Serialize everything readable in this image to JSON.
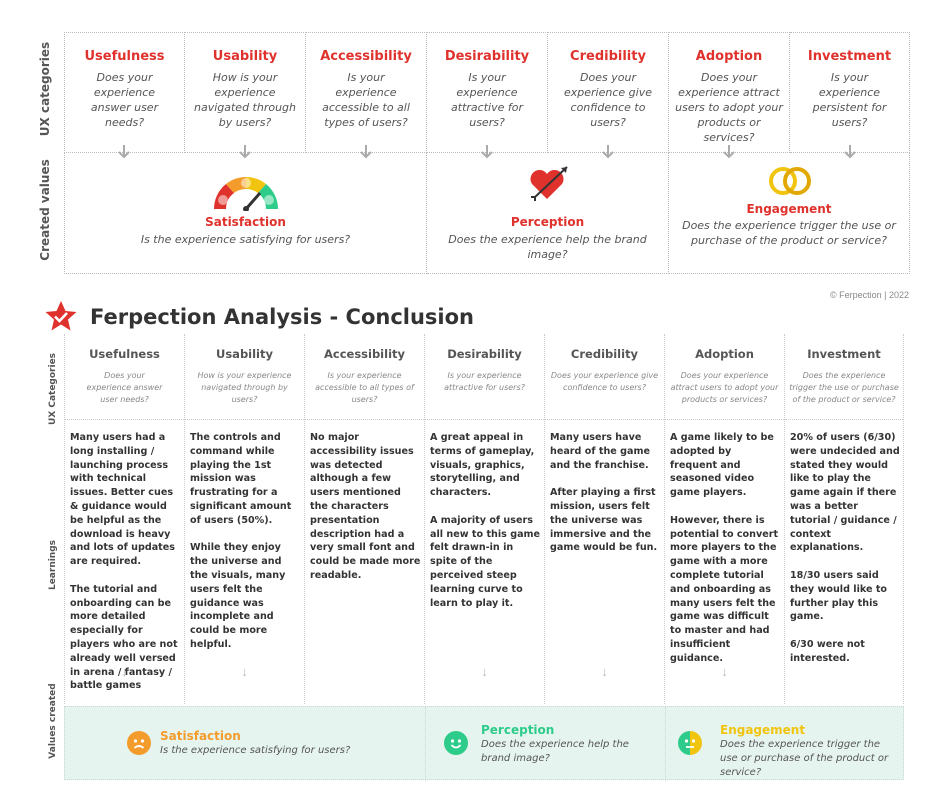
{
  "top": {
    "vlabel_ux": "UX categories",
    "vlabel_values": "Created values",
    "categories": [
      {
        "name": "Usefulness",
        "question": "Does your experience answer user needs?"
      },
      {
        "name": "Usability",
        "question": "How is your experience navigated through by users?"
      },
      {
        "name": "Accessibility",
        "question": "Is your experience accessible to all types of users?"
      },
      {
        "name": "Desirability",
        "question": "Is your experience attractive for users?"
      },
      {
        "name": "Credibility",
        "question": "Does your experience give confidence to users?"
      },
      {
        "name": "Adoption",
        "question": "Does your experience attract users to adopt your products or services?"
      },
      {
        "name": "Investment",
        "question": "Is your experience persistent for users?"
      }
    ],
    "values": [
      {
        "name": "Satisfaction",
        "question": "Is the experience satisfying for users?"
      },
      {
        "name": "Perception",
        "question": "Does the experience help the brand image?"
      },
      {
        "name": "Engagement",
        "question": "Does the experience trigger the use or purchase of the product or service?"
      }
    ],
    "copyright": "© Ferpection | 2022"
  },
  "conclusion": {
    "title": "Ferpection Analysis - Conclusion",
    "vlabel_ux": "UX Categories",
    "vlabel_learnings": "Learnings",
    "vlabel_values": "Values created",
    "columns": [
      {
        "name": "Usefulness",
        "question": "Does your experience answer user needs?",
        "learnings": [
          "Many users had a long installing / launching process with technical issues. Better cues & guidance would be helpful as the download is heavy and lots of updates are required.",
          "The tutorial and onboarding can be more detailed especially for players who are not already well versed in arena / fantasy / battle games"
        ]
      },
      {
        "name": "Usability",
        "question": "How is your experience navigated through by users?",
        "learnings": [
          "The controls and command while playing the 1st mission was frustrating for a significant amount of users (50%).",
          "While they enjoy the universe and the visuals, many users felt the guidance was incomplete and could be more helpful."
        ]
      },
      {
        "name": "Accessibility",
        "question": "Is your experience accessible to all types of users?",
        "learnings": [
          "No major accessibility issues was detected although a few users mentioned the characters presentation description had a very small font and could be made more readable."
        ]
      },
      {
        "name": "Desirability",
        "question": "Is your experience attractive for users?",
        "learnings": [
          "A great appeal in terms of gameplay, visuals, graphics, storytelling, and characters.",
          "A majority of users all new to this game felt drawn-in in spite of the perceived steep learning curve to learn to play it."
        ]
      },
      {
        "name": "Credibility",
        "question": "Does your experience give confidence to users?",
        "learnings": [
          "Many users have heard of the game and the franchise.",
          "After playing a first mission, users felt the universe was immersive and the game would be fun."
        ]
      },
      {
        "name": "Adoption",
        "question": "Does your experience attract users to adopt your products or services?",
        "learnings": [
          "A game likely to be adopted by frequent and seasoned video game players.",
          "However, there is potential to convert more players to the game with a more complete tutorial and onboarding as many users felt the game was difficult to master and had insufficient guidance."
        ]
      },
      {
        "name": "Investment",
        "question": "Does the experience trigger the use or purchase of the product or service?",
        "learnings": [
          "20% of users (6/30) were undecided and stated they would like to play the game again if there was a better tutorial / guidance / context explanations.",
          "18/30 users said they would like to further play this game.",
          "6/30 were not interested."
        ]
      }
    ],
    "values": [
      {
        "name": "Satisfaction",
        "question": "Is the experience satisfying for users?",
        "color": "#f39c2b",
        "mood": "sad"
      },
      {
        "name": "Perception",
        "question": "Does the experience help the brand image?",
        "color": "#2ecc8a",
        "mood": "happy"
      },
      {
        "name": "Engagement",
        "question": "Does the experience trigger the use or purchase of the product or service?",
        "color": "#f1c40f",
        "mood": "neutral"
      }
    ]
  },
  "colors": {
    "accent": "#e0322d",
    "band": "#e6f4ef"
  }
}
